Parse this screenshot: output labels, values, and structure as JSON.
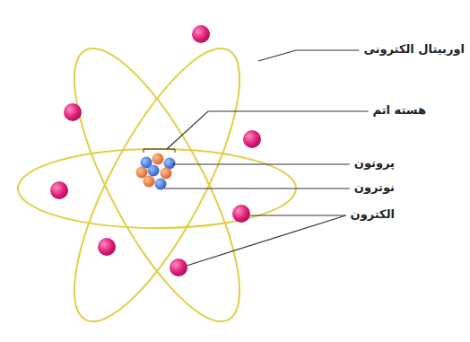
{
  "diagram": {
    "labels": [
      "اوربیتال الکترونی",
      "هسته اتم",
      "پروتون",
      "نوترون",
      "الکترون"
    ]
  }
}
